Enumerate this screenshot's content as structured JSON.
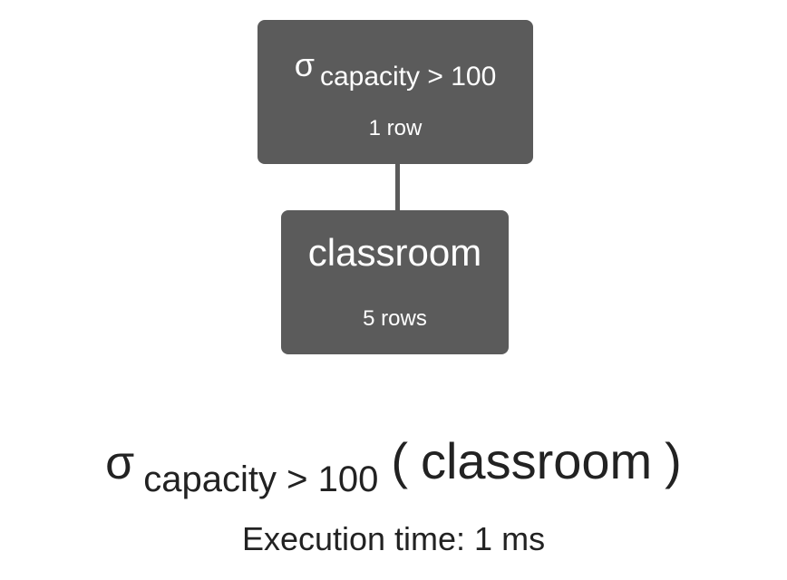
{
  "tree": {
    "select_node": {
      "operator": "σ",
      "condition": "capacity > 100",
      "rows": "1 row"
    },
    "table_node": {
      "name": "classroom",
      "rows": "5 rows"
    }
  },
  "expression": {
    "operator": "σ",
    "condition": "capacity > 100",
    "open_paren": "(",
    "relation": "classroom",
    "close_paren": ")"
  },
  "execution": {
    "text": "Execution time: 1 ms"
  },
  "colors": {
    "node_fill": "#5b5b5b",
    "node_text": "#ffffff",
    "page_text": "#222222"
  }
}
